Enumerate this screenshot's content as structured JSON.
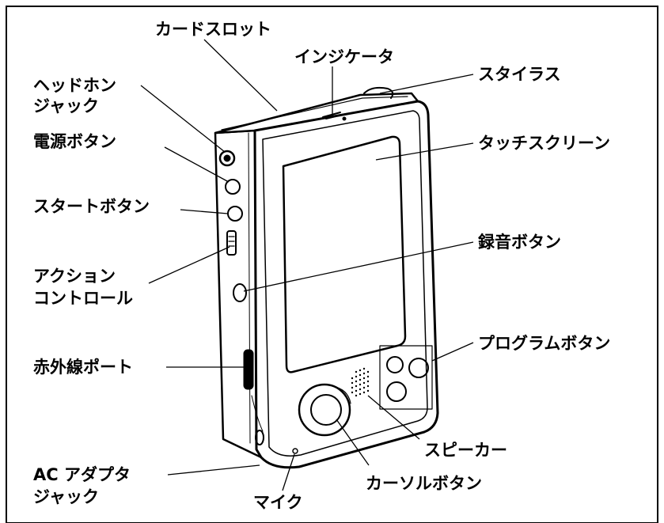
{
  "labels": {
    "card_slot": "カードスロット",
    "indicator": "インジケータ",
    "stylus": "スタイラス",
    "headphone_jack_1": "ヘッドホン",
    "headphone_jack_2": "ジャック",
    "power_button": "電源ボタン",
    "touch_screen": "タッチスクリーン",
    "start_button": "スタートボタン",
    "record_button": "録音ボタン",
    "action_control_1": "アクション",
    "action_control_2": "コントロール",
    "program_buttons": "プログラムボタン",
    "ir_port": "赤外線ポート",
    "speaker": "スピーカー",
    "ac_adapter_1": "AC アダプタ",
    "ac_adapter_2": "ジャック",
    "cursor_button": "カーソルボタン",
    "microphone": "マイク"
  }
}
